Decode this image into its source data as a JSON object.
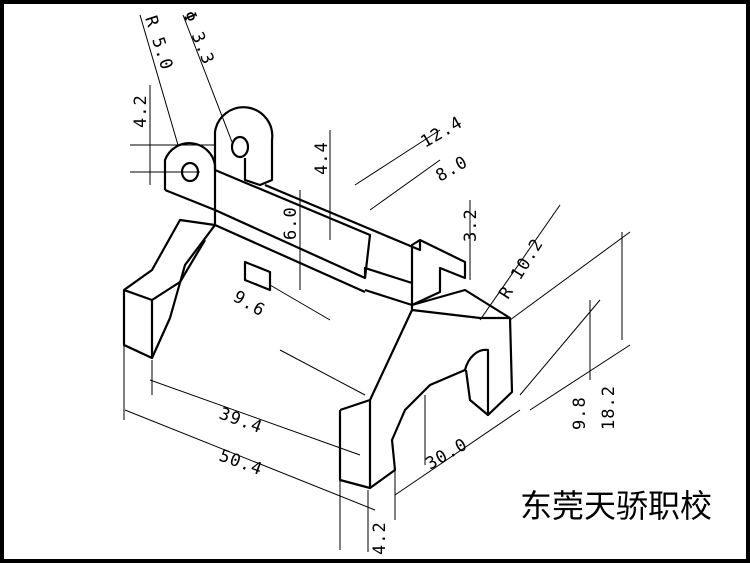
{
  "drawing": {
    "dimensions": [
      {
        "id": "r50",
        "text": "R 5.0"
      },
      {
        "id": "phi33",
        "text": "Φ 3.3"
      },
      {
        "id": "d42top",
        "text": "4.2"
      },
      {
        "id": "d44",
        "text": "4.4"
      },
      {
        "id": "d124",
        "text": "12.4"
      },
      {
        "id": "d80",
        "text": "8.0"
      },
      {
        "id": "d60",
        "text": "6.0"
      },
      {
        "id": "d32",
        "text": "3.2"
      },
      {
        "id": "r102",
        "text": "R 10.2"
      },
      {
        "id": "d96",
        "text": "9.6"
      },
      {
        "id": "d394",
        "text": "39.4"
      },
      {
        "id": "d504",
        "text": "50.4"
      },
      {
        "id": "d98",
        "text": "9.8"
      },
      {
        "id": "d182",
        "text": "18.2"
      },
      {
        "id": "d300",
        "text": "30.0"
      },
      {
        "id": "d42bot",
        "text": "4.2"
      }
    ],
    "watermark": "东莞天骄职校"
  }
}
